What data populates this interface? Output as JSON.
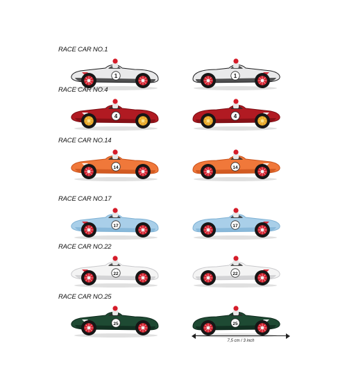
{
  "cars": [
    {
      "label": "RACE CAR NO.1",
      "number": "1",
      "body": "#e9e9ea",
      "shade": "#1c1c1e",
      "accent": "#d51d2a",
      "wheel": "#d51d2a",
      "hub": "#f2f2f2",
      "number_bg": "#ffffff",
      "number_fg": "#111111"
    },
    {
      "label": "RACE CAR NO.4",
      "number": "4",
      "body": "#b11a22",
      "shade": "#7a0d13",
      "accent": "#ffffff",
      "wheel": "#e8a421",
      "hub": "#f8e08a",
      "number_bg": "#ffffff",
      "number_fg": "#111111"
    },
    {
      "label": "RACE CAR NO.14",
      "number": "14",
      "body": "#f0783a",
      "shade": "#c9521b",
      "accent": "#ffffff",
      "wheel": "#d51d2a",
      "hub": "#f2f2f2",
      "number_bg": "#ffffff",
      "number_fg": "#111111"
    },
    {
      "label": "RACE CAR NO.17",
      "number": "17",
      "body": "#a9cfe9",
      "shade": "#7fb1d4",
      "accent": "#d51d2a",
      "wheel": "#d51d2a",
      "hub": "#f2f2f2",
      "number_bg": "#ffffff",
      "number_fg": "#111111"
    },
    {
      "label": "RACE CAR NO.22",
      "number": "22",
      "body": "#f4f4f4",
      "shade": "#c9c9cc",
      "accent": "#d51d2a",
      "wheel": "#d51d2a",
      "hub": "#f2f2f2",
      "number_bg": "#ffffff",
      "number_fg": "#111111"
    },
    {
      "label": "RACE CAR NO.25",
      "number": "25",
      "body": "#1e4a33",
      "shade": "#0f2a1d",
      "accent": "#ffffff",
      "wheel": "#d51d2a",
      "hub": "#f2f2f2",
      "number_bg": "#ffffff",
      "number_fg": "#111111"
    }
  ],
  "measure": {
    "text": "7,5 cm / 3 inch"
  },
  "colors": {
    "tire": "#161616",
    "driver_helmet": "#d51d2a",
    "driver_body": "#e8e8e8"
  }
}
